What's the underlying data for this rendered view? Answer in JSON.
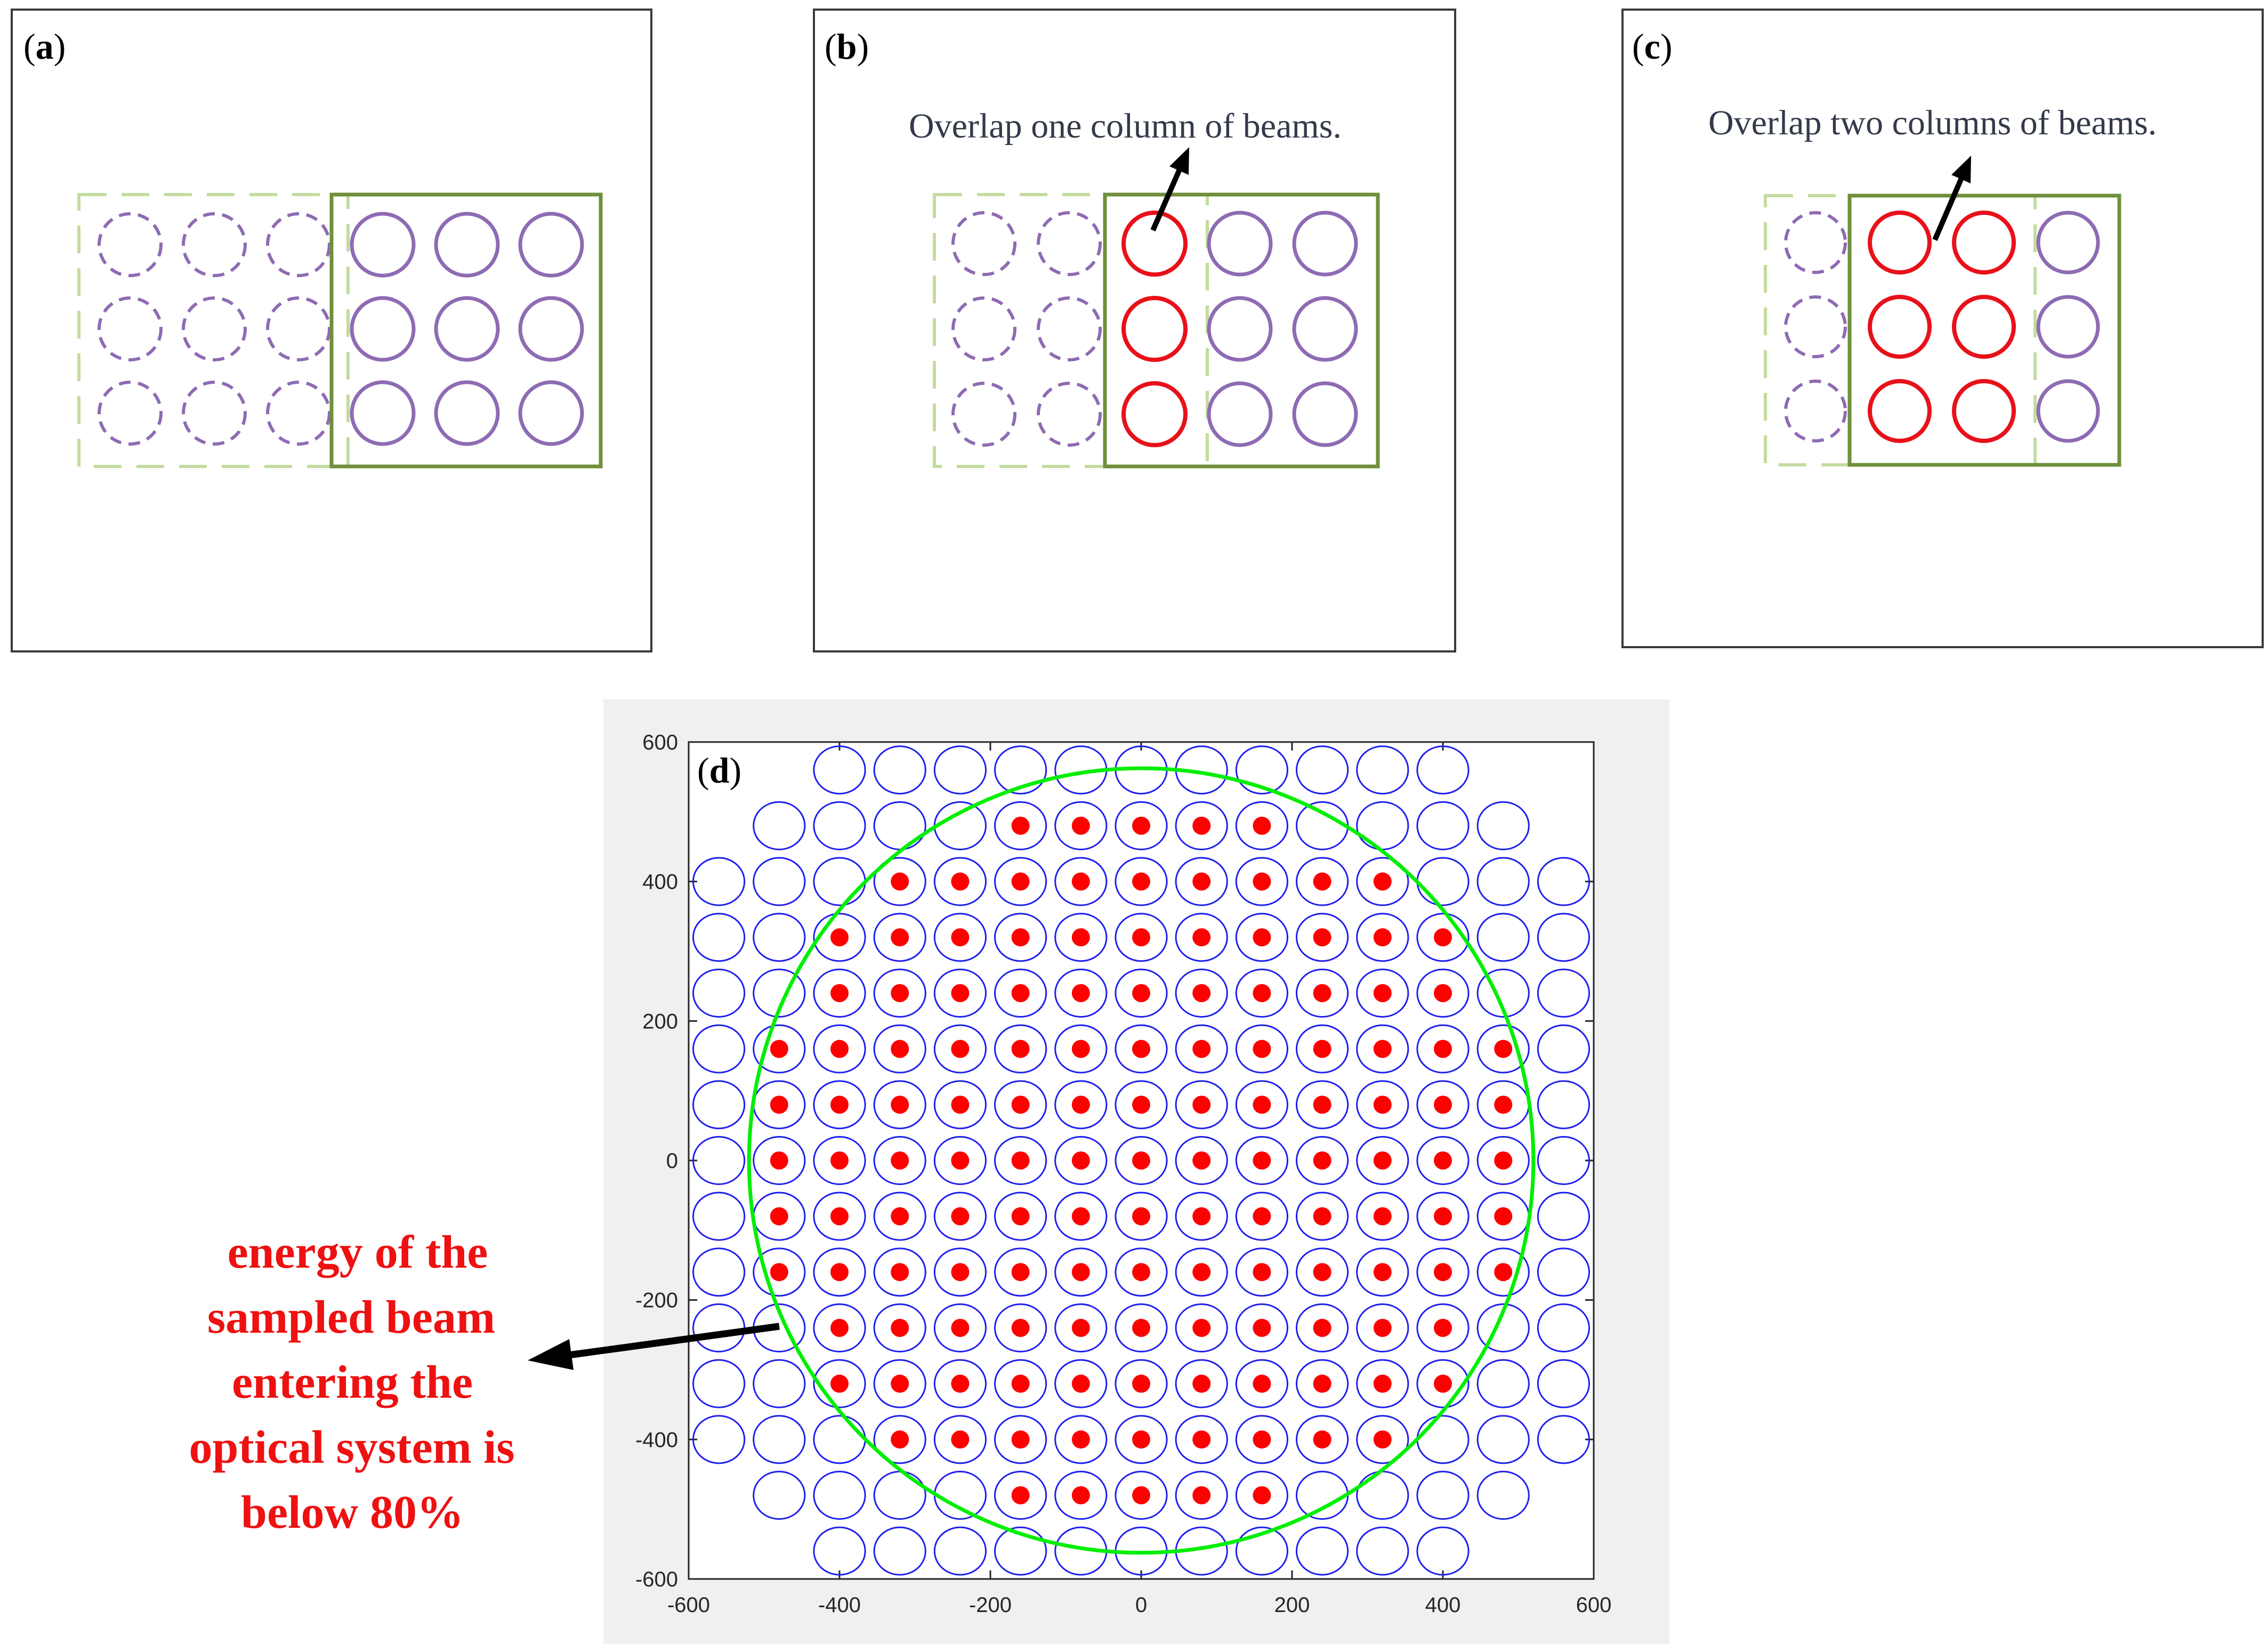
{
  "panels": {
    "a": {
      "label_open": "(",
      "label_letter": "a",
      "label_close": ")"
    },
    "b": {
      "label_open": "(",
      "label_letter": "b",
      "label_close": ")",
      "annotation": "Overlap one column of beams."
    },
    "c": {
      "label_open": "(",
      "label_letter": "c",
      "label_close": ")",
      "annotation": "Overlap two columns of beams."
    },
    "d": {
      "label_open": "(",
      "label_letter": "d",
      "label_close": ")"
    }
  },
  "callout": {
    "lines": [
      "energy of the",
      "sampled beam",
      "entering the",
      "optical system is",
      "below 80%"
    ]
  },
  "colors": {
    "beam_outline": "#8e6bb3",
    "overlap_beam": "#e8111a",
    "frame_solid": "#6f8f3c",
    "frame_dashed": "#c3dca0",
    "scatter_circle": "#1f1fee",
    "scatter_dot": "#ff0000",
    "boundary_circle": "#00ee00",
    "callout_text": "#ee1111"
  },
  "chart_data": [
    {
      "panel": "a",
      "type": "diagram",
      "grid_rows": 3,
      "dashed_columns": 3,
      "solid_columns": 3,
      "overlap_columns": 0
    },
    {
      "panel": "b",
      "type": "diagram",
      "grid_rows": 3,
      "dashed_columns": 2,
      "solid_columns": 3,
      "overlap_columns": 1
    },
    {
      "panel": "c",
      "type": "diagram",
      "grid_rows": 3,
      "dashed_columns": 1,
      "solid_columns": 3,
      "overlap_columns": 2
    },
    {
      "panel": "d",
      "type": "scatter",
      "xlim": [
        -600,
        600
      ],
      "ylim": [
        -600,
        600
      ],
      "xticks": [
        -600,
        -400,
        -200,
        0,
        200,
        400,
        600
      ],
      "yticks": [
        -600,
        -400,
        -200,
        0,
        200,
        400,
        600
      ],
      "grid": false,
      "beam_spacing": 80,
      "beam_positions_x_row_even": [
        -560,
        -480,
        -400,
        -320,
        -240,
        -160,
        -80,
        0,
        80,
        160,
        240,
        320,
        400,
        480,
        560
      ],
      "beam_rows_y": [
        560,
        480,
        400,
        320,
        240,
        160,
        80,
        0,
        -80,
        -160,
        -240,
        -320,
        -400,
        -480,
        -560
      ],
      "aperture_radius": 520,
      "aperture_center": [
        0,
        0
      ]
    }
  ]
}
